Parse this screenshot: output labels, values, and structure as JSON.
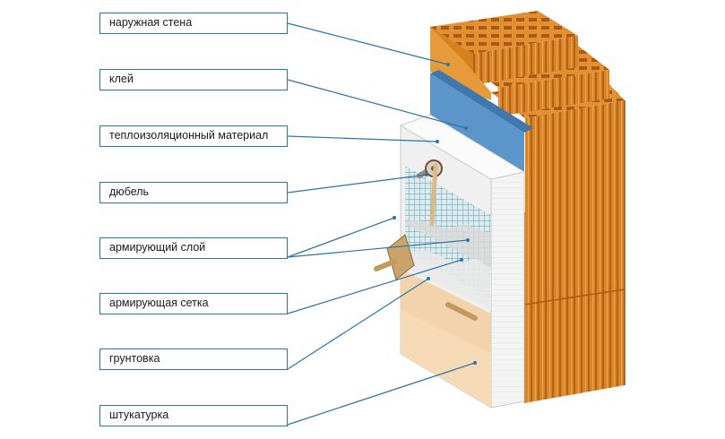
{
  "labels": [
    {
      "id": "outer-wall",
      "text": "наружная стена"
    },
    {
      "id": "glue",
      "text": "клей"
    },
    {
      "id": "insulation",
      "text": "теплоизоляционный материал"
    },
    {
      "id": "dowel",
      "text": "дюбель"
    },
    {
      "id": "reinforcing-layer",
      "text": "армирующий слой"
    },
    {
      "id": "reinforcing-mesh",
      "text": "армирующая сетка"
    },
    {
      "id": "primer",
      "text": "грунтовка"
    },
    {
      "id": "plaster",
      "text": "штукатурка"
    }
  ],
  "colors": {
    "leader_line": "#2b74a8",
    "brick_face": "#de8c2a",
    "brick_dark": "#b8651a",
    "brick_light": "#f2b05a",
    "glue_layer": "#5b95c9",
    "insulation": "#f3f3f3",
    "mesh": "#78b7c9",
    "plaster": "#f6d9b5",
    "primer": "#e4e1dc"
  }
}
